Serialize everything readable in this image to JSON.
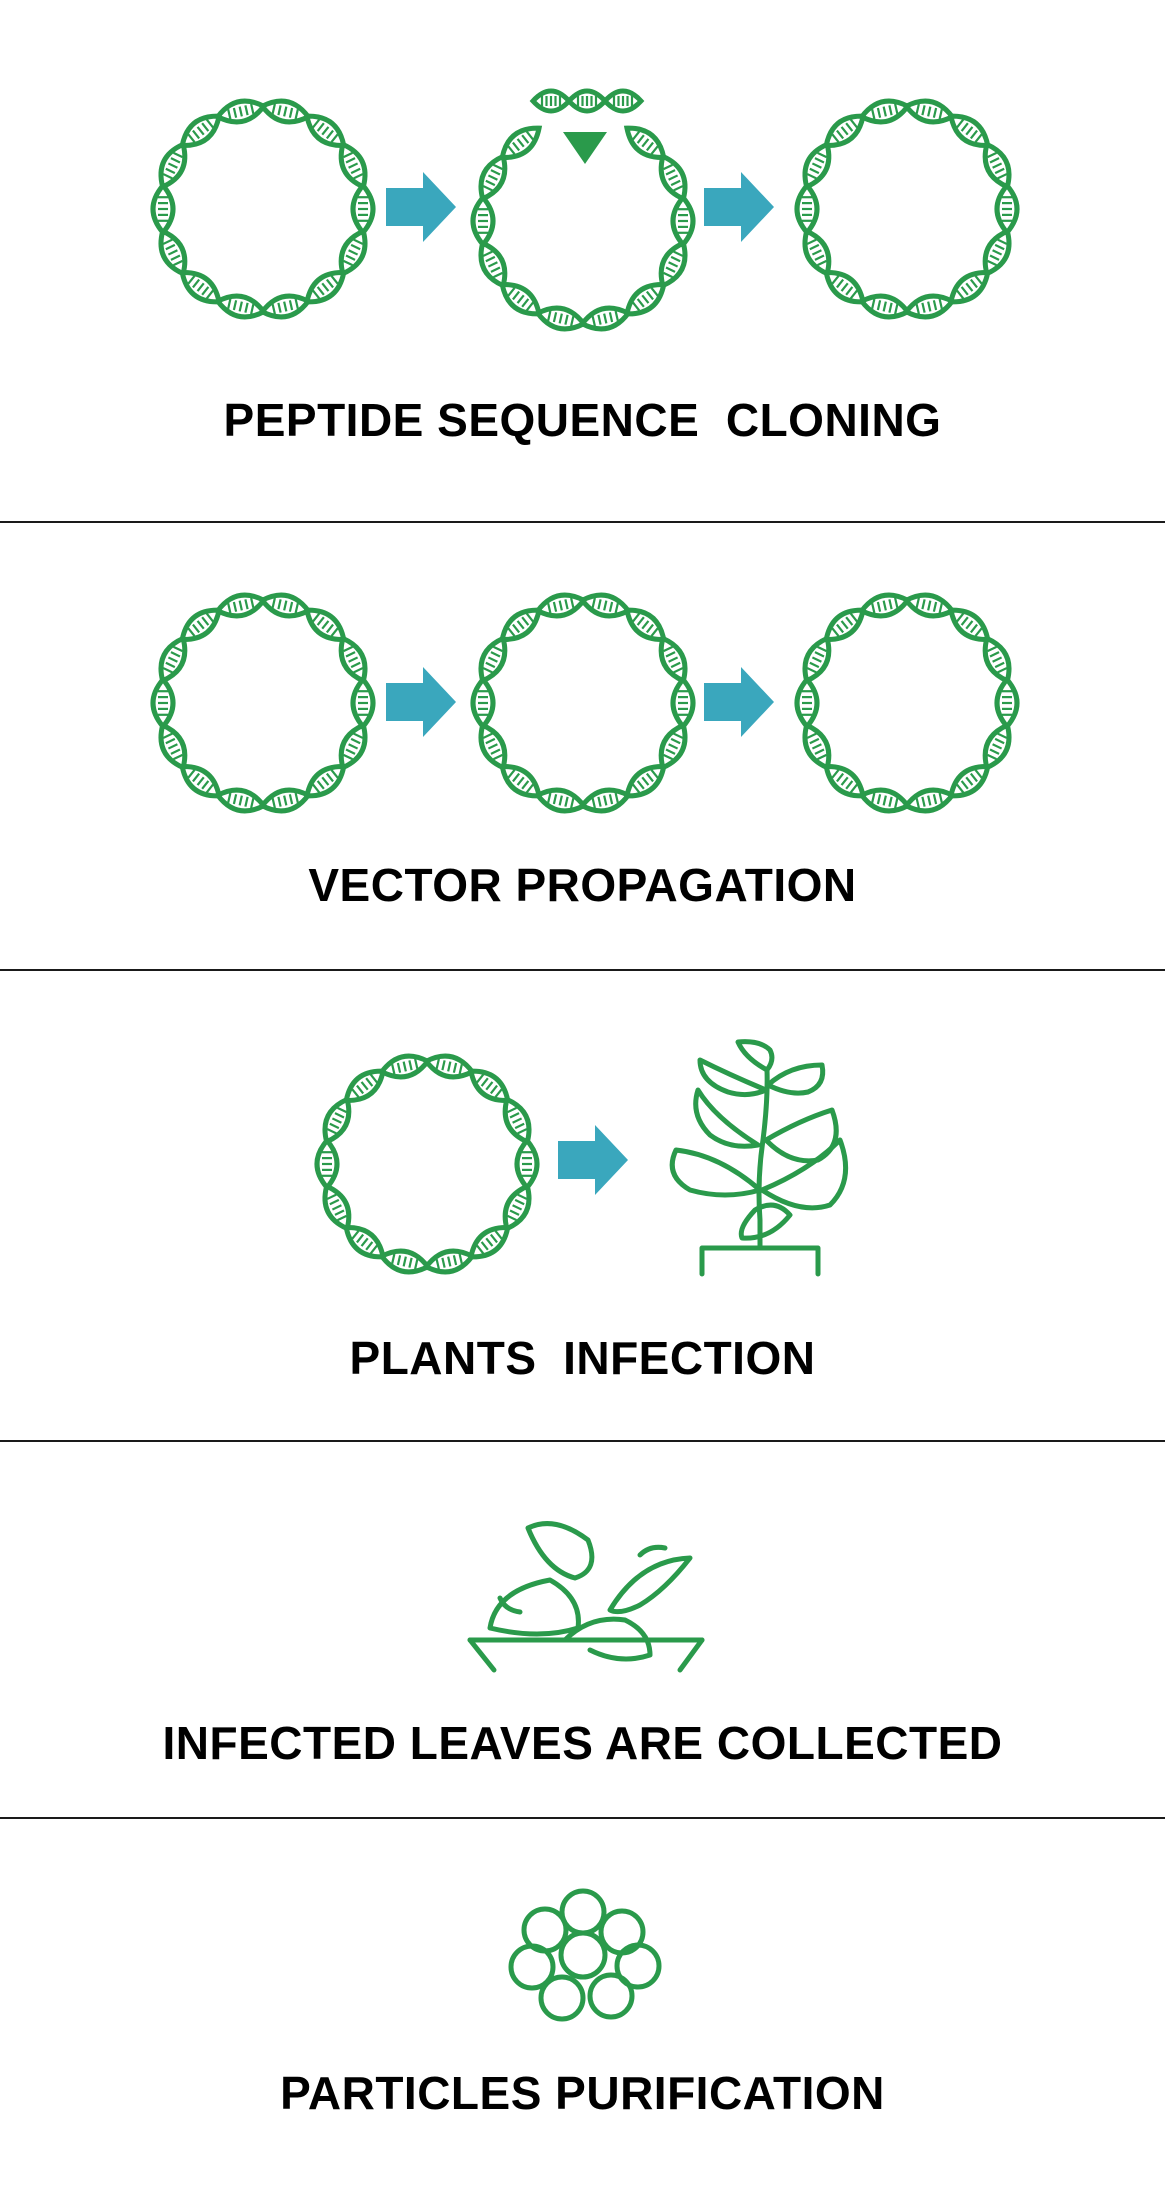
{
  "colors": {
    "dna": "#2a9a4b",
    "arrow": "#3aa7bd",
    "plant": "#2a9a4b",
    "text": "#000000",
    "divider": "#1a1a1a",
    "background": "#ffffff"
  },
  "icons": {
    "plasmid": "dna-plasmid-ring-icon",
    "open_plasmid": "open-plasmid-ring-icon",
    "insert": "dna-insert-fragment-icon",
    "insert_pointer": "triangle-down-icon",
    "arrow": "right-arrow-icon",
    "plant": "potted-plant-icon",
    "leaves": "leaves-in-tray-icon",
    "particles": "particle-cluster-icon"
  },
  "steps": [
    {
      "caption": "PEPTIDE SEQUENCE  CLONING"
    },
    {
      "caption": "VECTOR PROPAGATION"
    },
    {
      "caption": "PLANTS  INFECTION"
    },
    {
      "caption": "INFECTED LEAVES ARE COLLECTED"
    },
    {
      "caption": "PARTICLES PURIFICATION"
    }
  ]
}
